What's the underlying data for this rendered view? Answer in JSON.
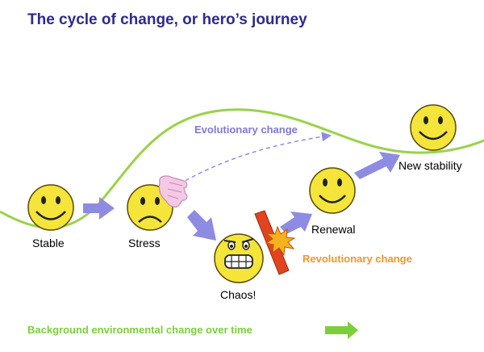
{
  "title": "The cycle of change, or hero’s journey",
  "stages": {
    "stable": "Stable",
    "stress": "Stress",
    "chaos": "Chaos!",
    "renewal": "Renewal",
    "new_stability": "New stability"
  },
  "paths": {
    "evolutionary": "Evolutionary change",
    "revolutionary": "Revolutionary change"
  },
  "footer": "Background environmental change over time",
  "colors": {
    "title": "#2e2a8c",
    "curve": "#9ad24a",
    "face": "#f5e43a",
    "arrow": "#8e8be3",
    "evolutionary": "#7e79d6",
    "revolutionary": "#f0962a",
    "footer": "#7ccf3a"
  }
}
